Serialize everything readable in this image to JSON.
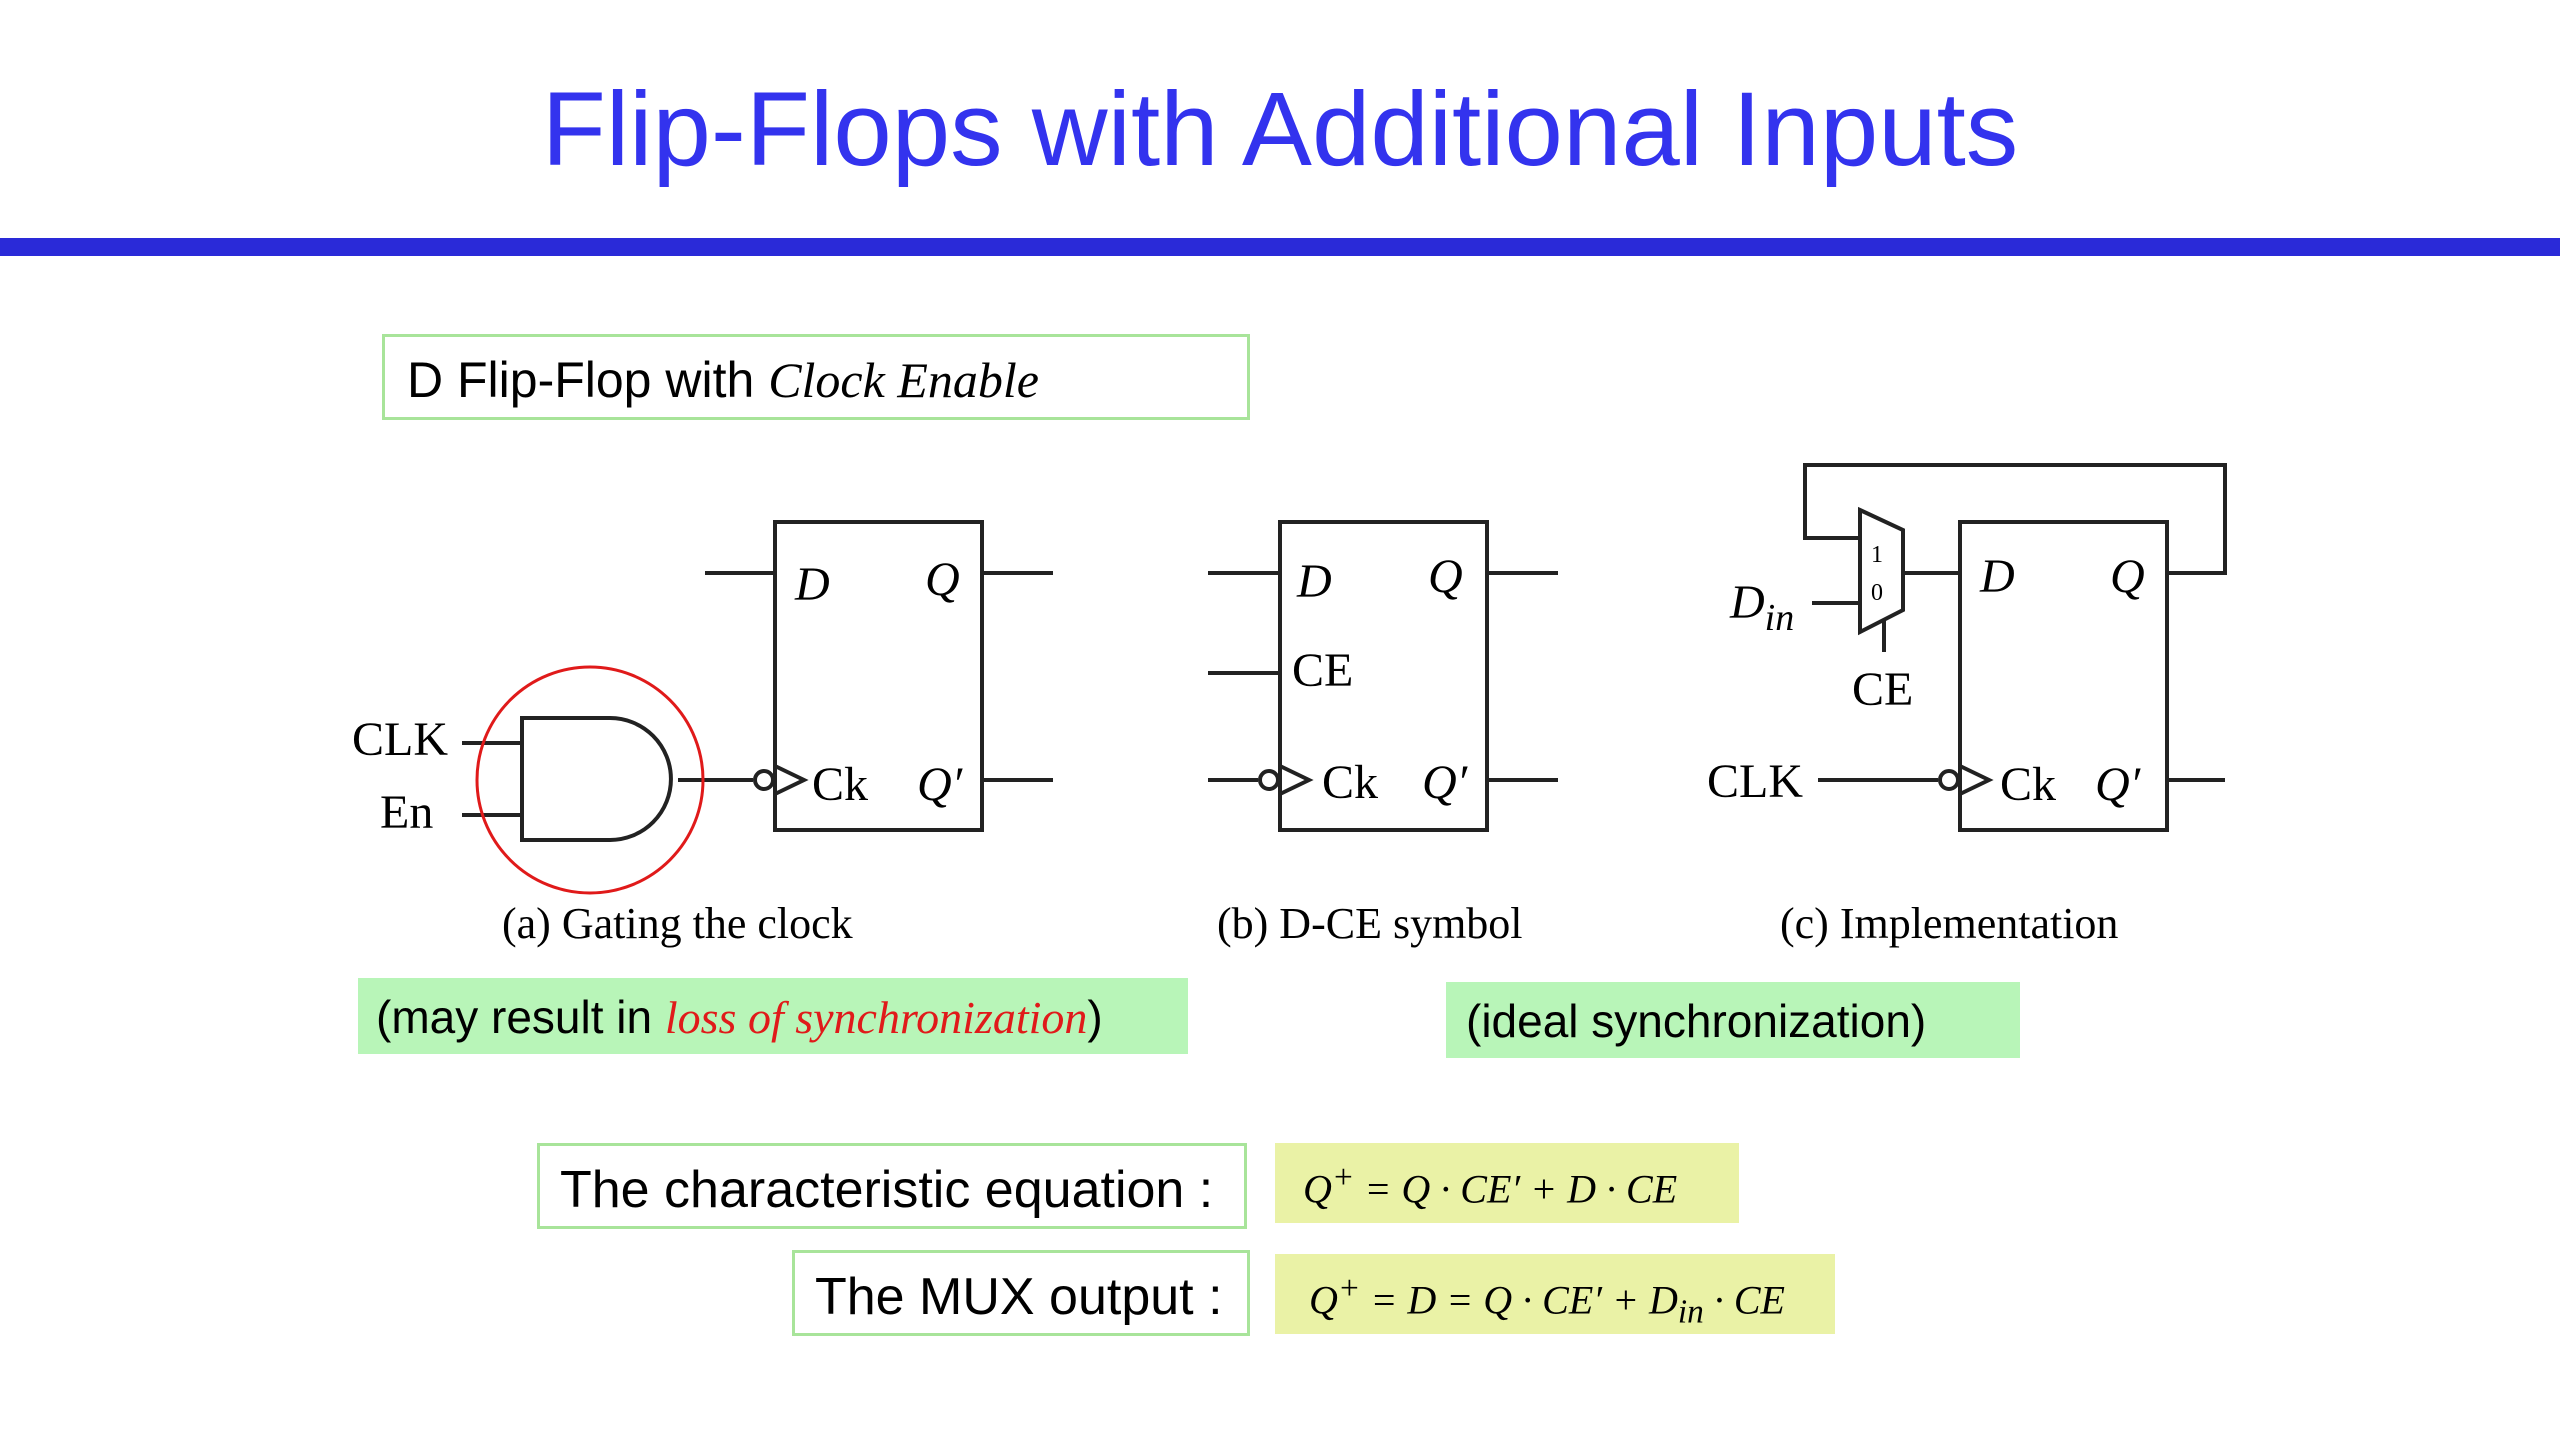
{
  "slide": {
    "title": "Flip-Flops with Additional Inputs"
  },
  "heading": {
    "prefix": "D Flip-Flop with ",
    "emphasis": "Clock Enable"
  },
  "diagram_a": {
    "clk": "CLK",
    "en": "En",
    "pin_d": "D",
    "pin_q": "Q",
    "pin_ck": "Ck",
    "pin_qbar": "Q′",
    "caption": "(a) Gating the clock"
  },
  "diagram_b": {
    "pin_d": "D",
    "pin_q": "Q",
    "pin_ce": "CE",
    "pin_ck": "Ck",
    "pin_qbar": "Q′",
    "caption": "(b) D-CE symbol"
  },
  "diagram_c": {
    "din_base": "D",
    "din_sub": "in",
    "mux_1": "1",
    "mux_0": "0",
    "ce": "CE",
    "clk": "CLK",
    "pin_d": "D",
    "pin_q": "Q",
    "pin_ck": "Ck",
    "pin_qbar": "Q′",
    "caption": "(c) Implementation"
  },
  "notes": {
    "a_prefix": "(may result in ",
    "a_emphasis": "loss of synchronization",
    "a_suffix": ")",
    "b": "(ideal synchronization)"
  },
  "equations": {
    "char_label": "The characteristic equation :",
    "char_eq_pre": "Q",
    "char_eq_sup": "+",
    "char_eq_post": " = Q · CE′ + D · CE",
    "mux_label": "The MUX output :",
    "mux_eq_pre": "Q",
    "mux_eq_sup": "+",
    "mux_eq_mid": " = D = Q · CE′ + D",
    "mux_eq_sub": "in",
    "mux_eq_post": " · CE"
  },
  "colors": {
    "title": "#3333ee",
    "rule": "#2a2ad8",
    "highlight_circle": "#e01a1a",
    "box_outline": "#a8e49a",
    "note_fill": "#b8f5b8",
    "equation_fill": "#eaf2a6"
  }
}
